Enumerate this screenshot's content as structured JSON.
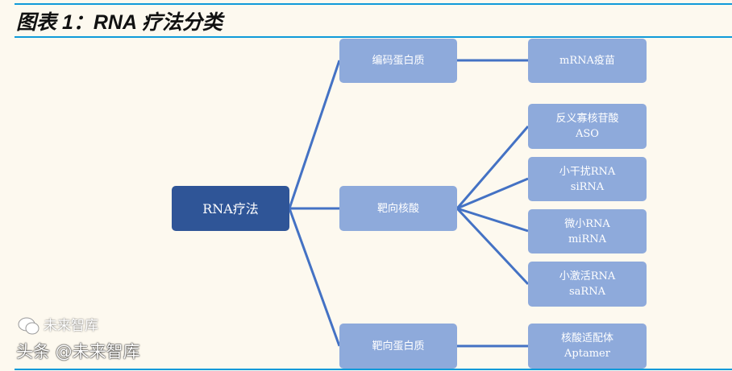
{
  "title": "图表 1：RNA 疗法分类",
  "root": "RNA疗法",
  "categories": [
    {
      "label": "编码蛋白质",
      "children": [
        {
          "line1": "mRNA疫苗",
          "line2": ""
        }
      ]
    },
    {
      "label": "靶向核酸",
      "children": [
        {
          "line1": "反义寡核苷酸",
          "line2": "ASO"
        },
        {
          "line1": "小干扰RNA",
          "line2": "siRNA"
        },
        {
          "line1": "微小RNA",
          "line2": "miRNA"
        },
        {
          "line1": "小激活RNA",
          "line2": "saRNA"
        }
      ]
    },
    {
      "label": "靶向蛋白质",
      "children": [
        {
          "line1": "核酸适配体",
          "line2": "Aptamer"
        }
      ]
    }
  ],
  "watermark": {
    "main": "头条 @未来智库",
    "secondary": "未来智库"
  },
  "colors": {
    "rule": "#0f9ad9",
    "root": "#2f5597",
    "box": "#8eaadb",
    "connector": "#4472c4"
  }
}
